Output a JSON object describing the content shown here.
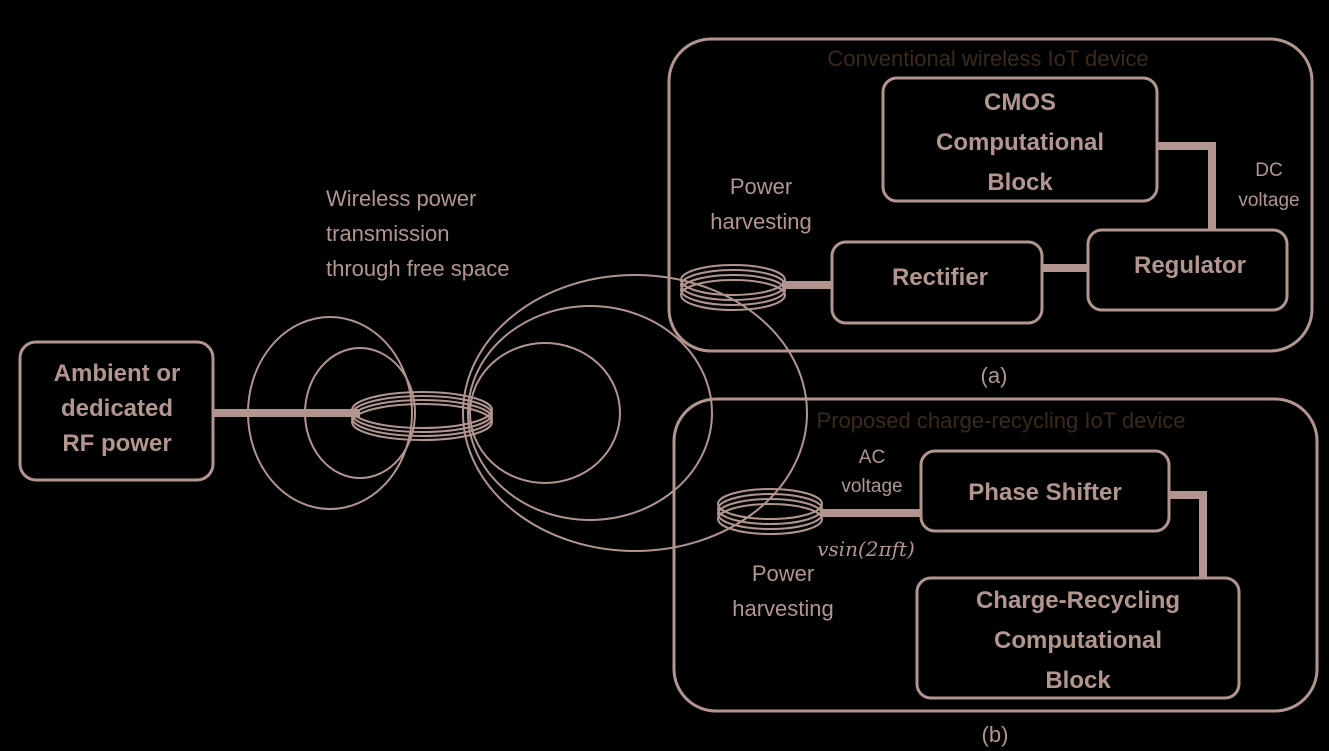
{
  "source": {
    "lines": [
      "Ambient or",
      "dedicated",
      "RF power"
    ]
  },
  "transmission": {
    "lines": [
      "Wireless power",
      "transmission",
      "through free space"
    ]
  },
  "panel_a": {
    "title": "Conventional wireless IoT device",
    "caption": "(a)",
    "harvest": [
      "Power",
      "harvesting"
    ],
    "rectifier": "Rectifier",
    "regulator": "Regulator",
    "cmos": [
      "CMOS",
      "Computational",
      "Block"
    ],
    "dc": [
      "DC",
      "voltage"
    ]
  },
  "panel_b": {
    "title": "Proposed charge-recycling IoT device",
    "caption": "(b)",
    "harvest": [
      "Power",
      "harvesting"
    ],
    "phase_shifter": "Phase Shifter",
    "cr_block": [
      "Charge-Recycling",
      "Computational",
      "Block"
    ],
    "ac": [
      "AC",
      "voltage"
    ],
    "formula": "vsin(2πft)"
  }
}
